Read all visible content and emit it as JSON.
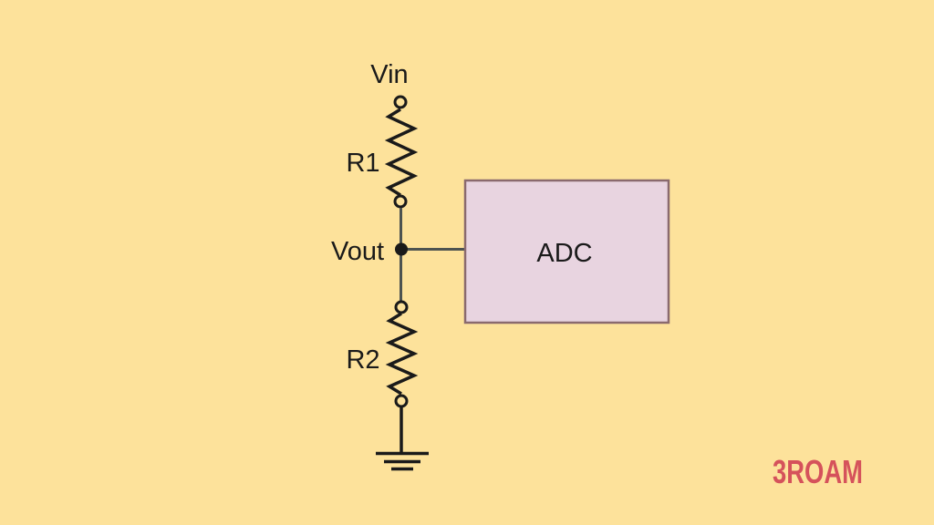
{
  "diagram": {
    "type": "circuit-schematic",
    "description": "Resistive voltage divider driving an ADC input",
    "labels": {
      "vin": "Vin",
      "r1": "R1",
      "vout": "Vout",
      "r2": "R2",
      "adc": "ADC"
    },
    "components": [
      {
        "id": "R1",
        "kind": "resistor",
        "between": [
          "Vin",
          "Vout"
        ]
      },
      {
        "id": "R2",
        "kind": "resistor",
        "between": [
          "Vout",
          "GND"
        ]
      },
      {
        "id": "ADC",
        "kind": "block",
        "input": "Vout"
      },
      {
        "id": "GND",
        "kind": "ground"
      }
    ],
    "watermark": "3ROAM"
  },
  "colors": {
    "bg": "#FDE29B",
    "wire": "#4D5350",
    "ink": "#1A1A1A",
    "adc-fill": "#E8D4E0",
    "adc-border": "#8A6A6E",
    "brand": "#D5525B"
  }
}
